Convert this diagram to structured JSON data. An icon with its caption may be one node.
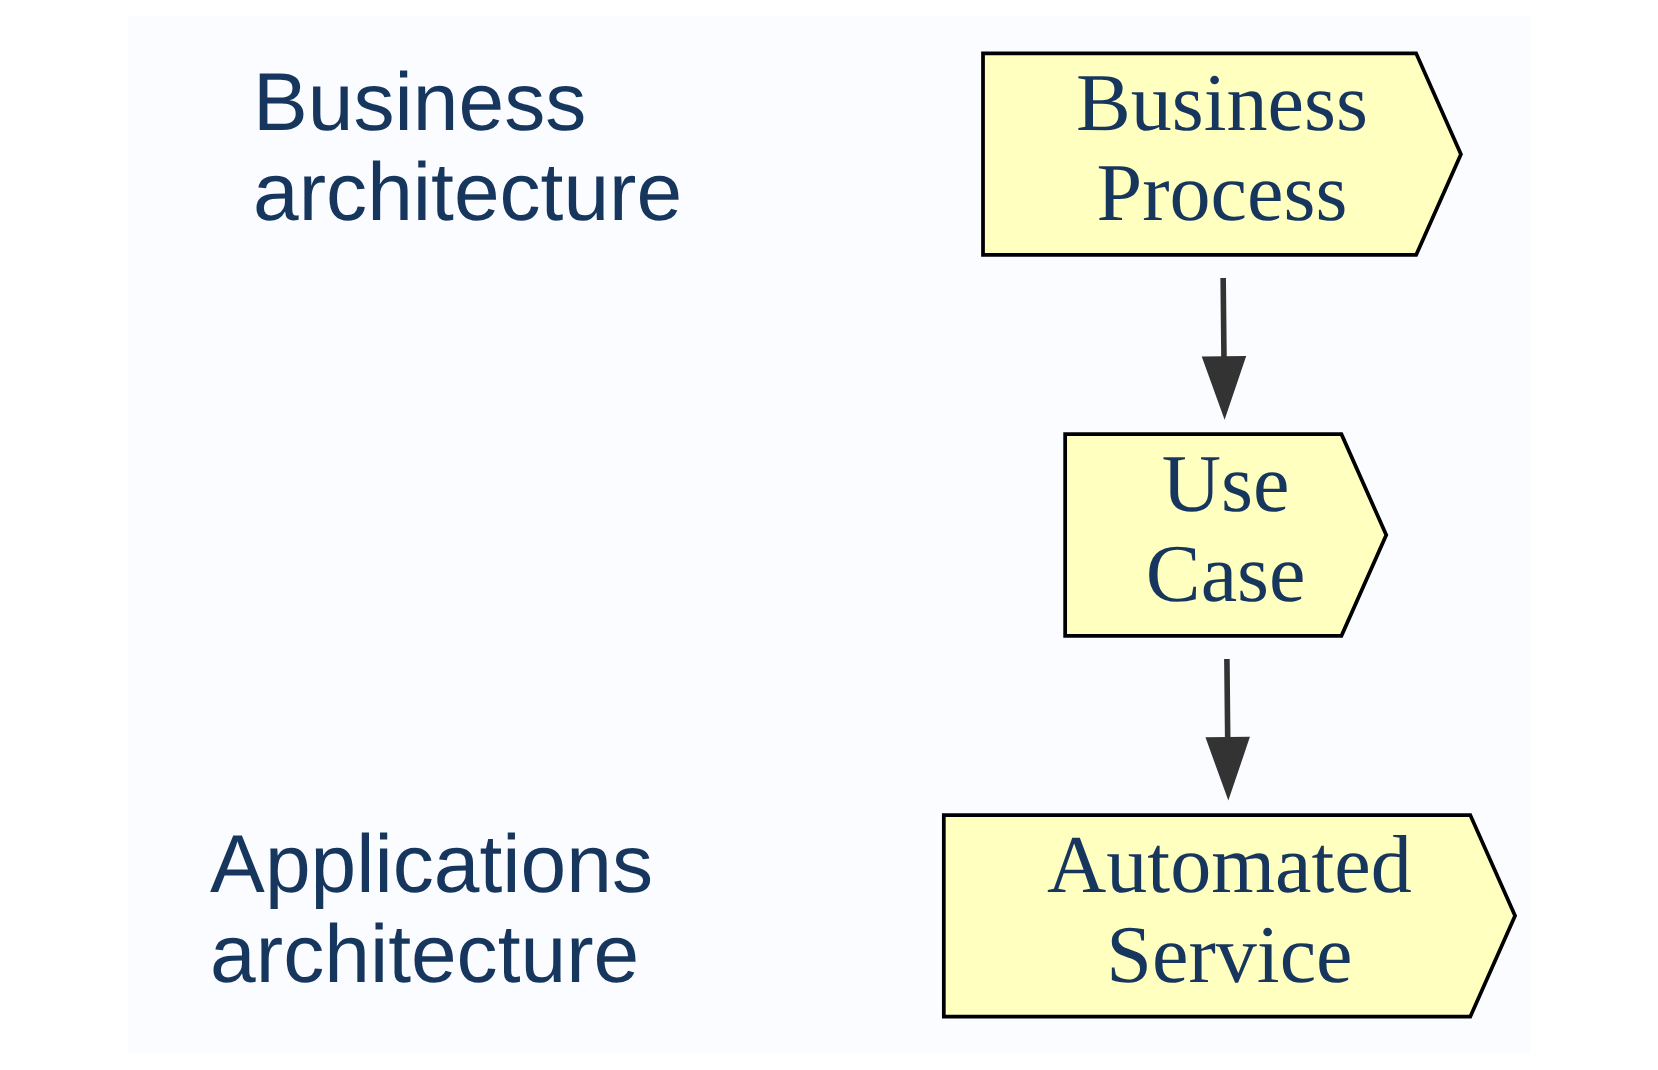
{
  "diagram": {
    "nodes": [
      {
        "text": [
          "Business Process"
        ]
      },
      {
        "text": [
          "Use Case"
        ]
      },
      {
        "text": [
          "Automated Service"
        ]
      }
    ],
    "edges": [
      {
        "from": 0,
        "to": 1,
        "arrow": "to"
      },
      {
        "from": 1,
        "to": 2,
        "arrow": "to"
      }
    ],
    "labels": [
      "Business architecture",
      "Applications architecture"
    ]
  }
}
